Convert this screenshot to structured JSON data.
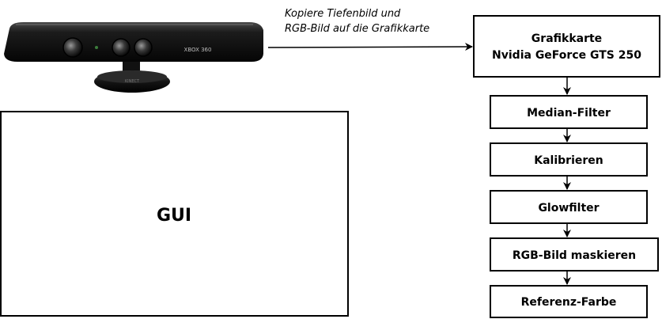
{
  "device": {
    "brand_label": "XBOX 360",
    "base_label": "KINECT"
  },
  "transfer_note": {
    "line1": "Kopiere Tiefenbild und",
    "line2": "RGB-Bild auf die Grafikkarte"
  },
  "gpu": {
    "line1": "Grafikkarte",
    "line2": "Nvidia GeForce GTS 250"
  },
  "pipeline": [
    {
      "label": "Median-Filter"
    },
    {
      "label": "Kalibrieren"
    },
    {
      "label": "Glowfilter"
    },
    {
      "label": "RGB-Bild maskieren"
    },
    {
      "label": "Referenz-Farbe"
    }
  ],
  "gui": {
    "label": "GUI"
  }
}
